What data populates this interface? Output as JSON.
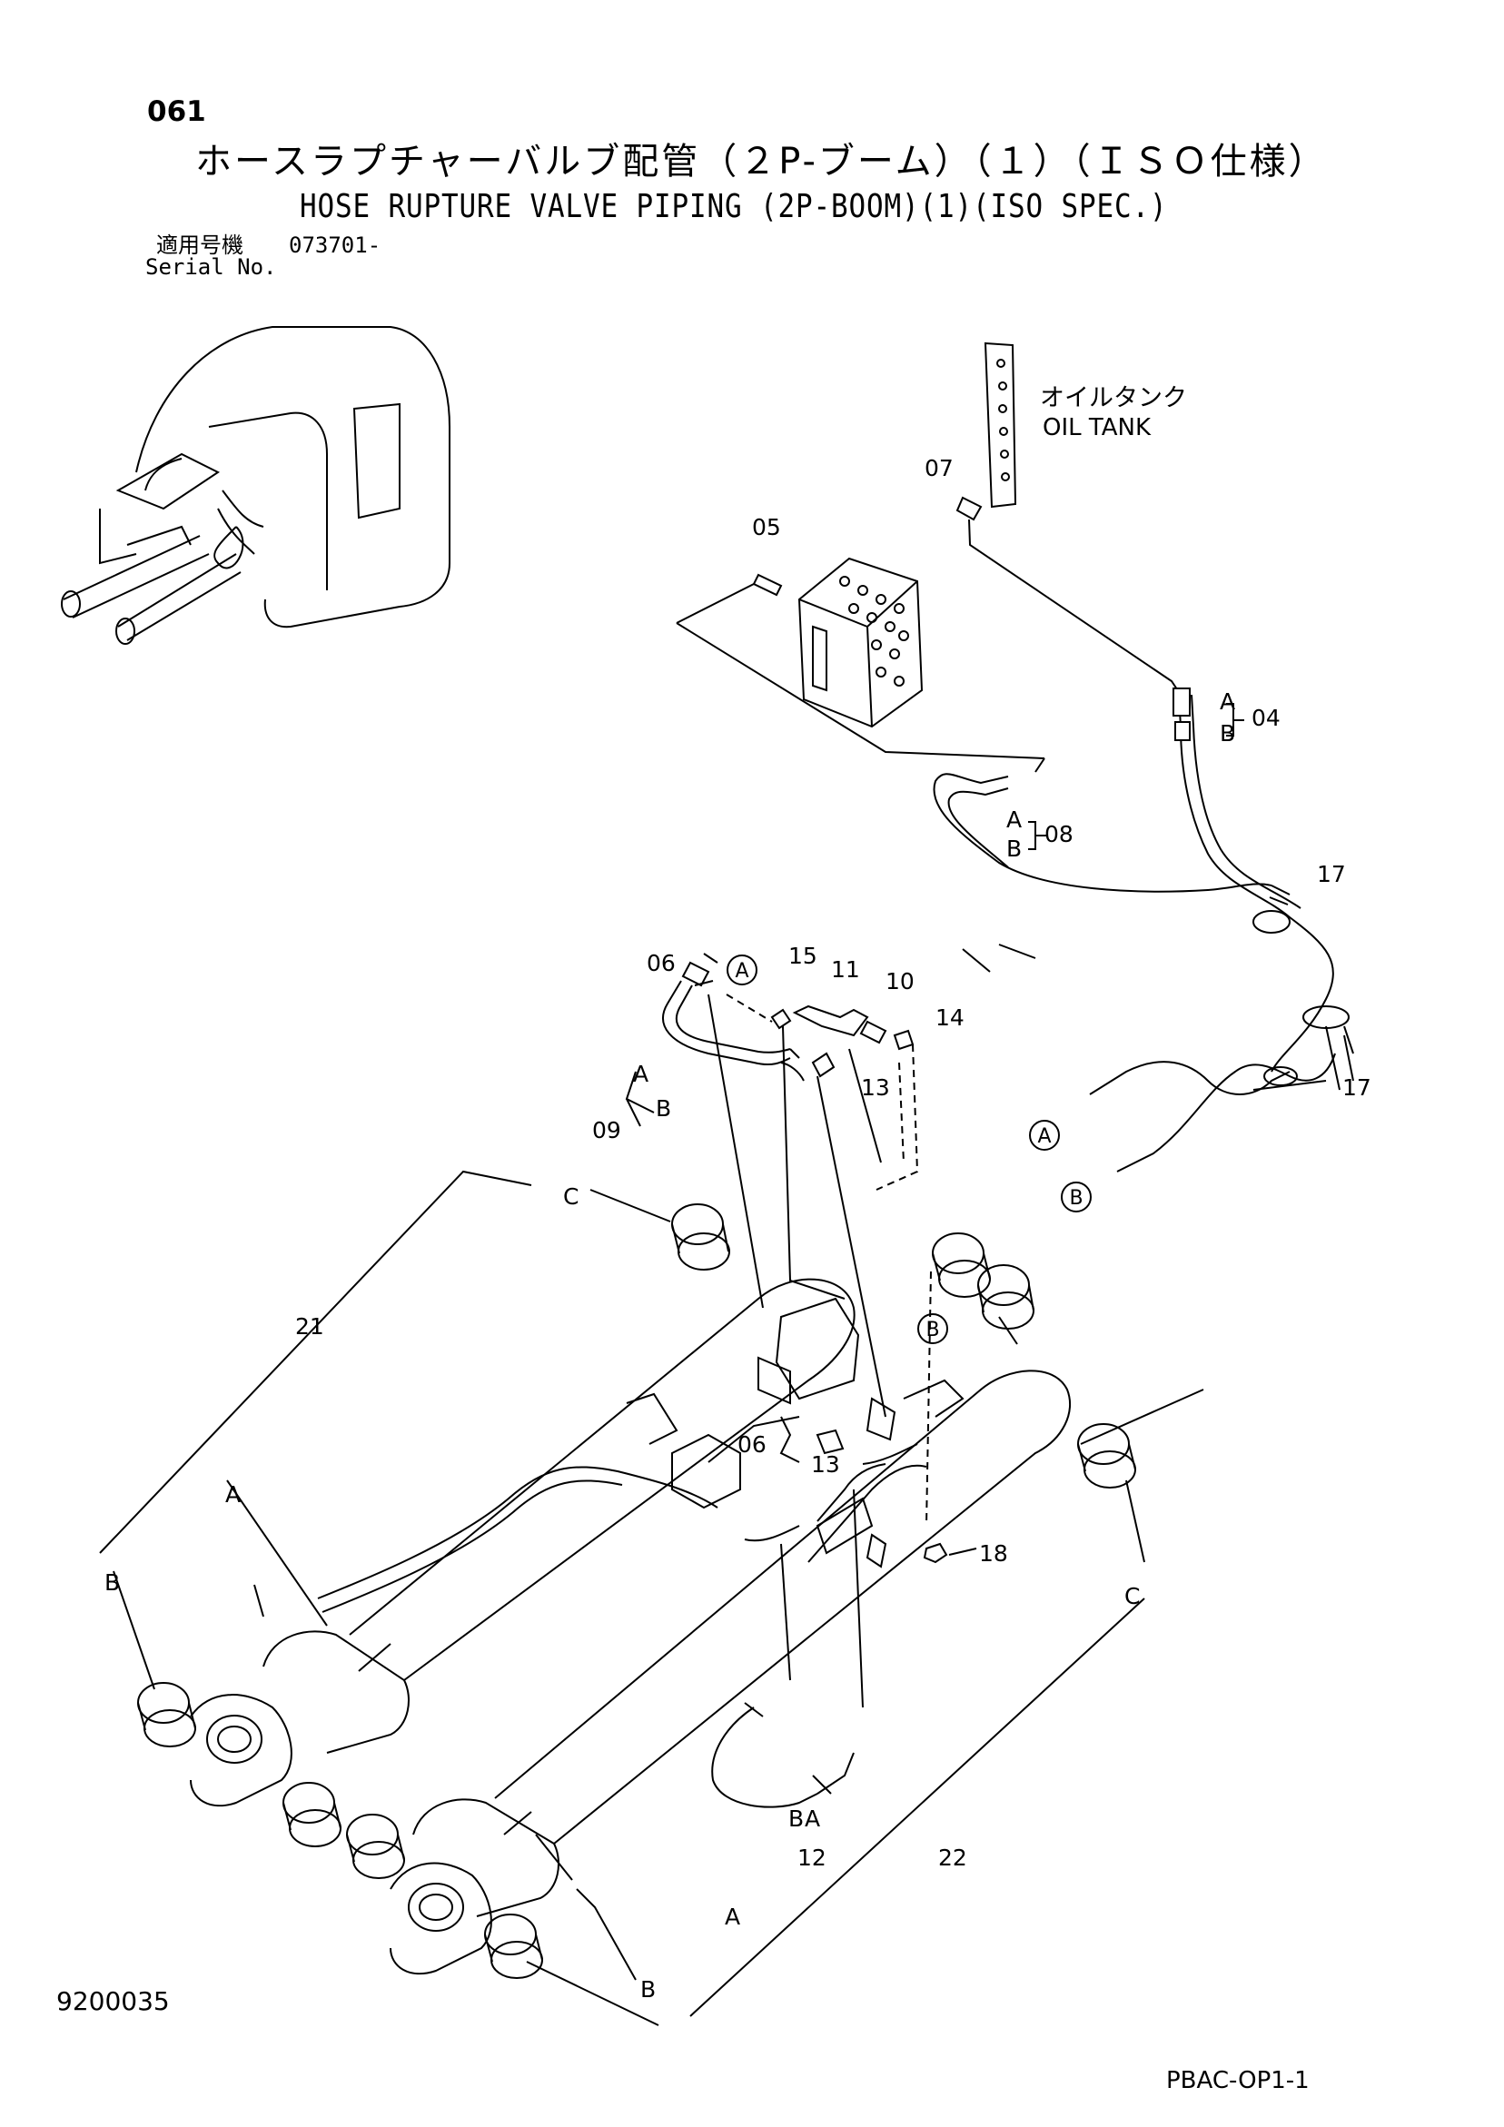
{
  "header": {
    "page_number": "061",
    "title_jp": "ホースラプチャーバルブ配管（２P-ブーム）（１）（ＩＳＯ仕様）",
    "title_en": "HOSE RUPTURE VALVE PIPING (2P-BOOM)(1)(ISO SPEC.)",
    "serial_label_jp": "適用号機",
    "serial_label_en": "Serial No.",
    "serial_value": "073701-"
  },
  "callouts": {
    "oil_tank_jp": "オイルタンク",
    "oil_tank_en": "OIL TANK",
    "p04": "04",
    "p05": "05",
    "p06a": "06",
    "p06b": "06",
    "p07": "07",
    "p08": "08",
    "p09": "09",
    "p10": "10",
    "p11": "11",
    "p12": "12",
    "p13a": "13",
    "p13b": "13",
    "p14": "14",
    "p15": "15",
    "p17a": "17",
    "p17b": "17",
    "p18": "18",
    "p21": "21",
    "p22": "22",
    "A": "A",
    "B": "B",
    "C": "C"
  },
  "footer": {
    "doc_number": "9200035",
    "page_code": "PBAC-OP1-1"
  }
}
